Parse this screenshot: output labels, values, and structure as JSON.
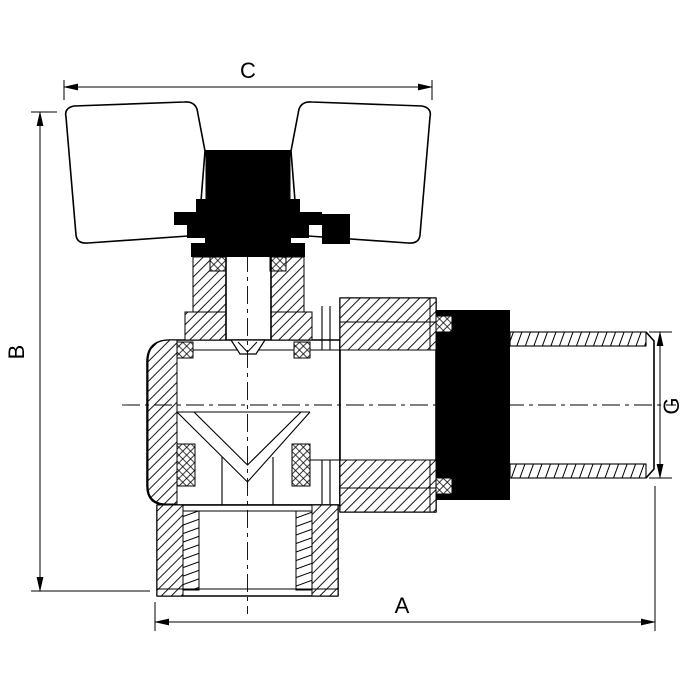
{
  "drawing": {
    "subject": "Angle ball valve with butterfly handle, sectional technical drawing",
    "style": "black line art on white with cross-hatched section walls",
    "stroke_color": "#000000",
    "background_color": "#ffffff"
  },
  "dimension_labels": {
    "top": "C",
    "left": "B",
    "bottom": "A",
    "right": "G"
  }
}
